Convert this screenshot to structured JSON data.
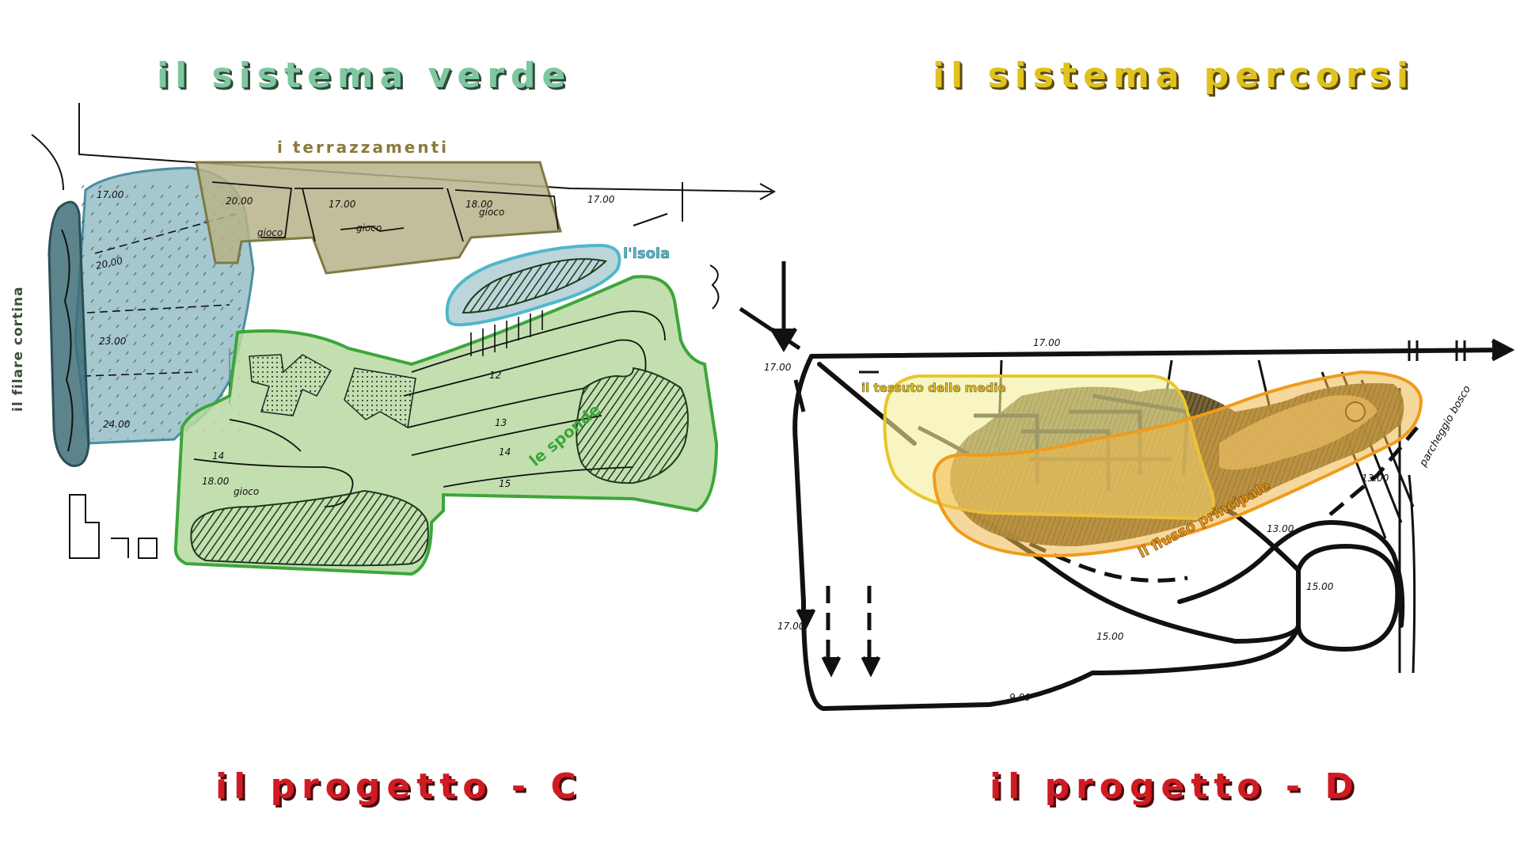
{
  "titles": {
    "verde": "il sistema verde",
    "percorsi": "il sistema percorsi",
    "progetto_c": "il progetto - C",
    "progetto_d": "il progetto - D"
  },
  "left_plan": {
    "labels": {
      "terrazzamenti": "i terrazzamenti",
      "isola": "l'isola",
      "filare": "il filare cortina",
      "sponde": "le sponde"
    },
    "annotations": {
      "a1": "17.00",
      "a2": "20.00",
      "a3": "23.00",
      "a4": "24.00",
      "a5": "20.00",
      "a6": "17.00",
      "a7": "18.00",
      "a8": "17.00",
      "a9": "gioco",
      "a10": "gioco",
      "a11": "gioco",
      "a12": "12",
      "a13": "13",
      "a14": "14",
      "a15": "15",
      "a16": "18.00",
      "a17": "gioco",
      "a18": "14"
    },
    "colors": {
      "blue": "#8fb9c2",
      "olive": "#b7b38a",
      "green": "#b8d9a2",
      "green_stroke": "#3ca63a",
      "isola_stroke": "#4fb8c9"
    }
  },
  "right_plan": {
    "labels": {
      "tessuto": "il tessuto delle medie",
      "flusso": "il flusso principale"
    },
    "annotations": {
      "b1": "17.00",
      "b2": "17.00",
      "b3": "17.00",
      "b4": "15.00",
      "b5": "15.00",
      "b6": "13.00",
      "b7": "13.00",
      "b8": "9.00",
      "b9": "parcheggio bosco"
    },
    "colors": {
      "yellow": "#f3ee9a",
      "yellow_stroke": "#e8c72a",
      "orange": "#f0b84a",
      "orange_stroke": "#ef9b1c"
    }
  }
}
